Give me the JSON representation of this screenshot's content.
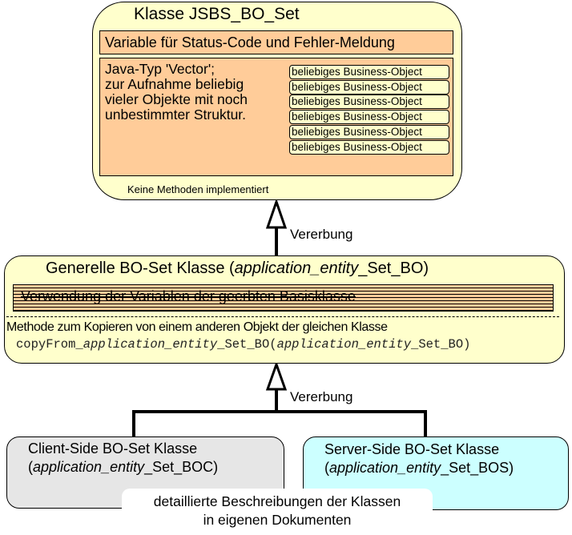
{
  "base_class": {
    "title": "Klasse JSBS_BO_Set",
    "status_variable": "Variable für Status-Code und Fehler-Meldung",
    "vector_description": [
      "Java-Typ 'Vector';",
      "zur Aufnahme beliebig",
      "vieler Objekte mit noch",
      "unbestimmter Struktur."
    ],
    "business_objects": [
      "beliebiges Business-Object",
      "beliebiges Business-Object",
      "beliebiges Business-Object",
      "beliebiges Business-Object",
      "beliebiges Business-Object",
      "beliebiges Business-Object"
    ],
    "methods_note": "Keine Methoden implementiert"
  },
  "inheritance_label_1": "Vererbung",
  "general_class": {
    "title_prefix": "Generelle BO-Set Klasse (",
    "title_italic": "application_entity",
    "title_suffix": "_Set_BO)",
    "inherited_variables": "Verwendung der Variablen der geerbten Basisklasse",
    "method_description": "Methode zum Kopieren von einem anderen Objekt der gleichen Klasse",
    "method_signature": {
      "part1": "copyFrom_",
      "part2_italic": "application_entity",
      "part3": "_Set_BO(",
      "part4_italic": "application_entity",
      "part5": "_Set_BO)"
    }
  },
  "inheritance_label_2": "Vererbung",
  "client_class": {
    "line1": "Client-Side BO-Set Klasse",
    "line2_open": "(",
    "line2_italic": "application_entity",
    "line2_suffix": "_Set_BOC)"
  },
  "server_class": {
    "line1": "Server-Side BO-Set Klasse",
    "line2_open": "(",
    "line2_italic": "application_entity",
    "line2_suffix": "_Set_BOS)"
  },
  "detail_note": {
    "line1": "detaillierte Beschreibungen der Klassen",
    "line2": "in eigenen Dokumenten"
  },
  "colors": {
    "class_fill": "#ffffcc",
    "variable_fill": "#ffcc99",
    "client_fill": "#e6e6e6",
    "server_fill": "#ccffff"
  }
}
